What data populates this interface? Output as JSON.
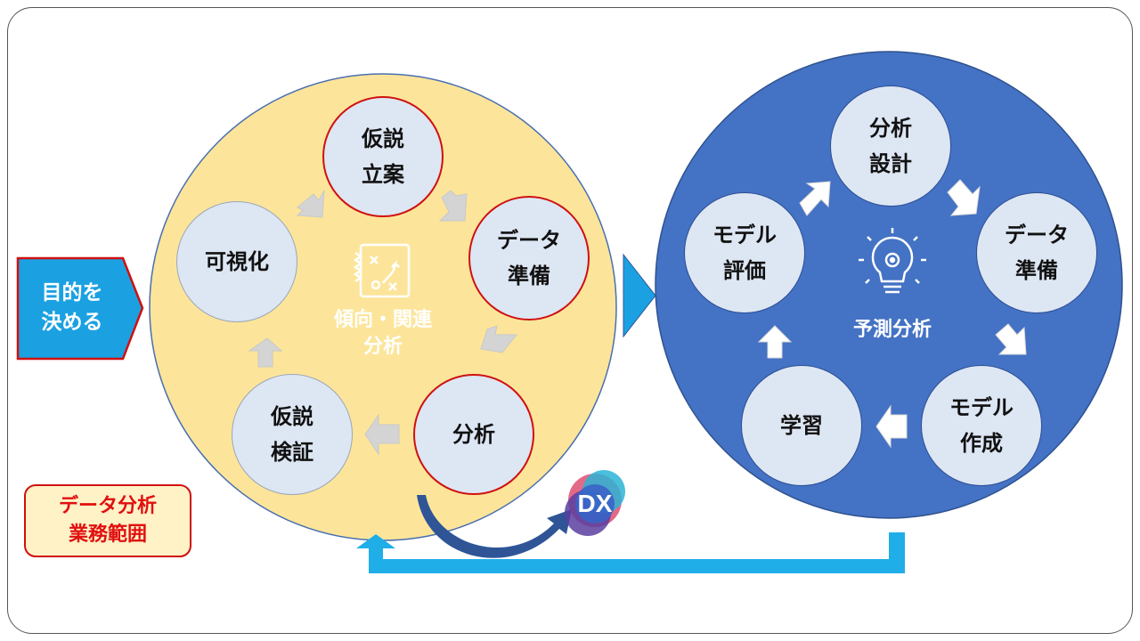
{
  "left_cycle": {
    "center_label": "傾向・関連\n分析",
    "nodes": {
      "hypothesis_creation": "仮説\n立案",
      "data_prep": "データ\n準備",
      "analysis": "分析",
      "hypothesis_verification": "仮説\n検証",
      "visualization": "可視化"
    }
  },
  "right_cycle": {
    "center_label": "予測分析",
    "nodes": {
      "analysis_design": "分析\n設計",
      "data_prep": "データ\n準備",
      "model_creation": "モデル\n作成",
      "learning": "学習",
      "model_evaluation": "モデル\n評価"
    }
  },
  "goal_box": "目的を\n決める",
  "scope_box": "データ分析\n業務範囲",
  "dx_badge": "DX",
  "icons": [
    "analysis-board-icon",
    "lightbulb-gear-icon",
    "dx-logo-icon"
  ],
  "colors": {
    "left_circle": "#fce59a",
    "right_circle": "#4472c4",
    "node_fill": "#dde6f3",
    "goal_fill": "#1ba1e2",
    "accent_red": "#e01010",
    "flow_arrow": "#1faee8",
    "curve_arrow": "#2f5597"
  }
}
